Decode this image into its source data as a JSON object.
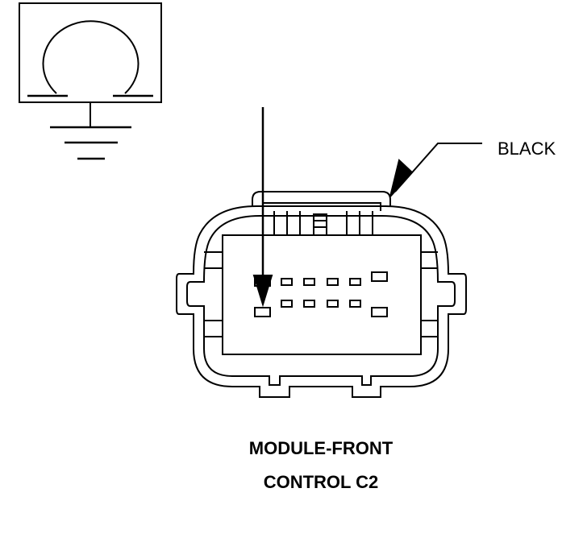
{
  "diagram": {
    "callout_label": "BLACK",
    "caption_line1": "MODULE-FRONT",
    "caption_line2": "CONTROL C2",
    "icons": {
      "symbol": "ground-connection-symbol",
      "connector": "connector-face-view"
    },
    "colors": {
      "stroke": "#000000",
      "background": "#ffffff"
    }
  }
}
